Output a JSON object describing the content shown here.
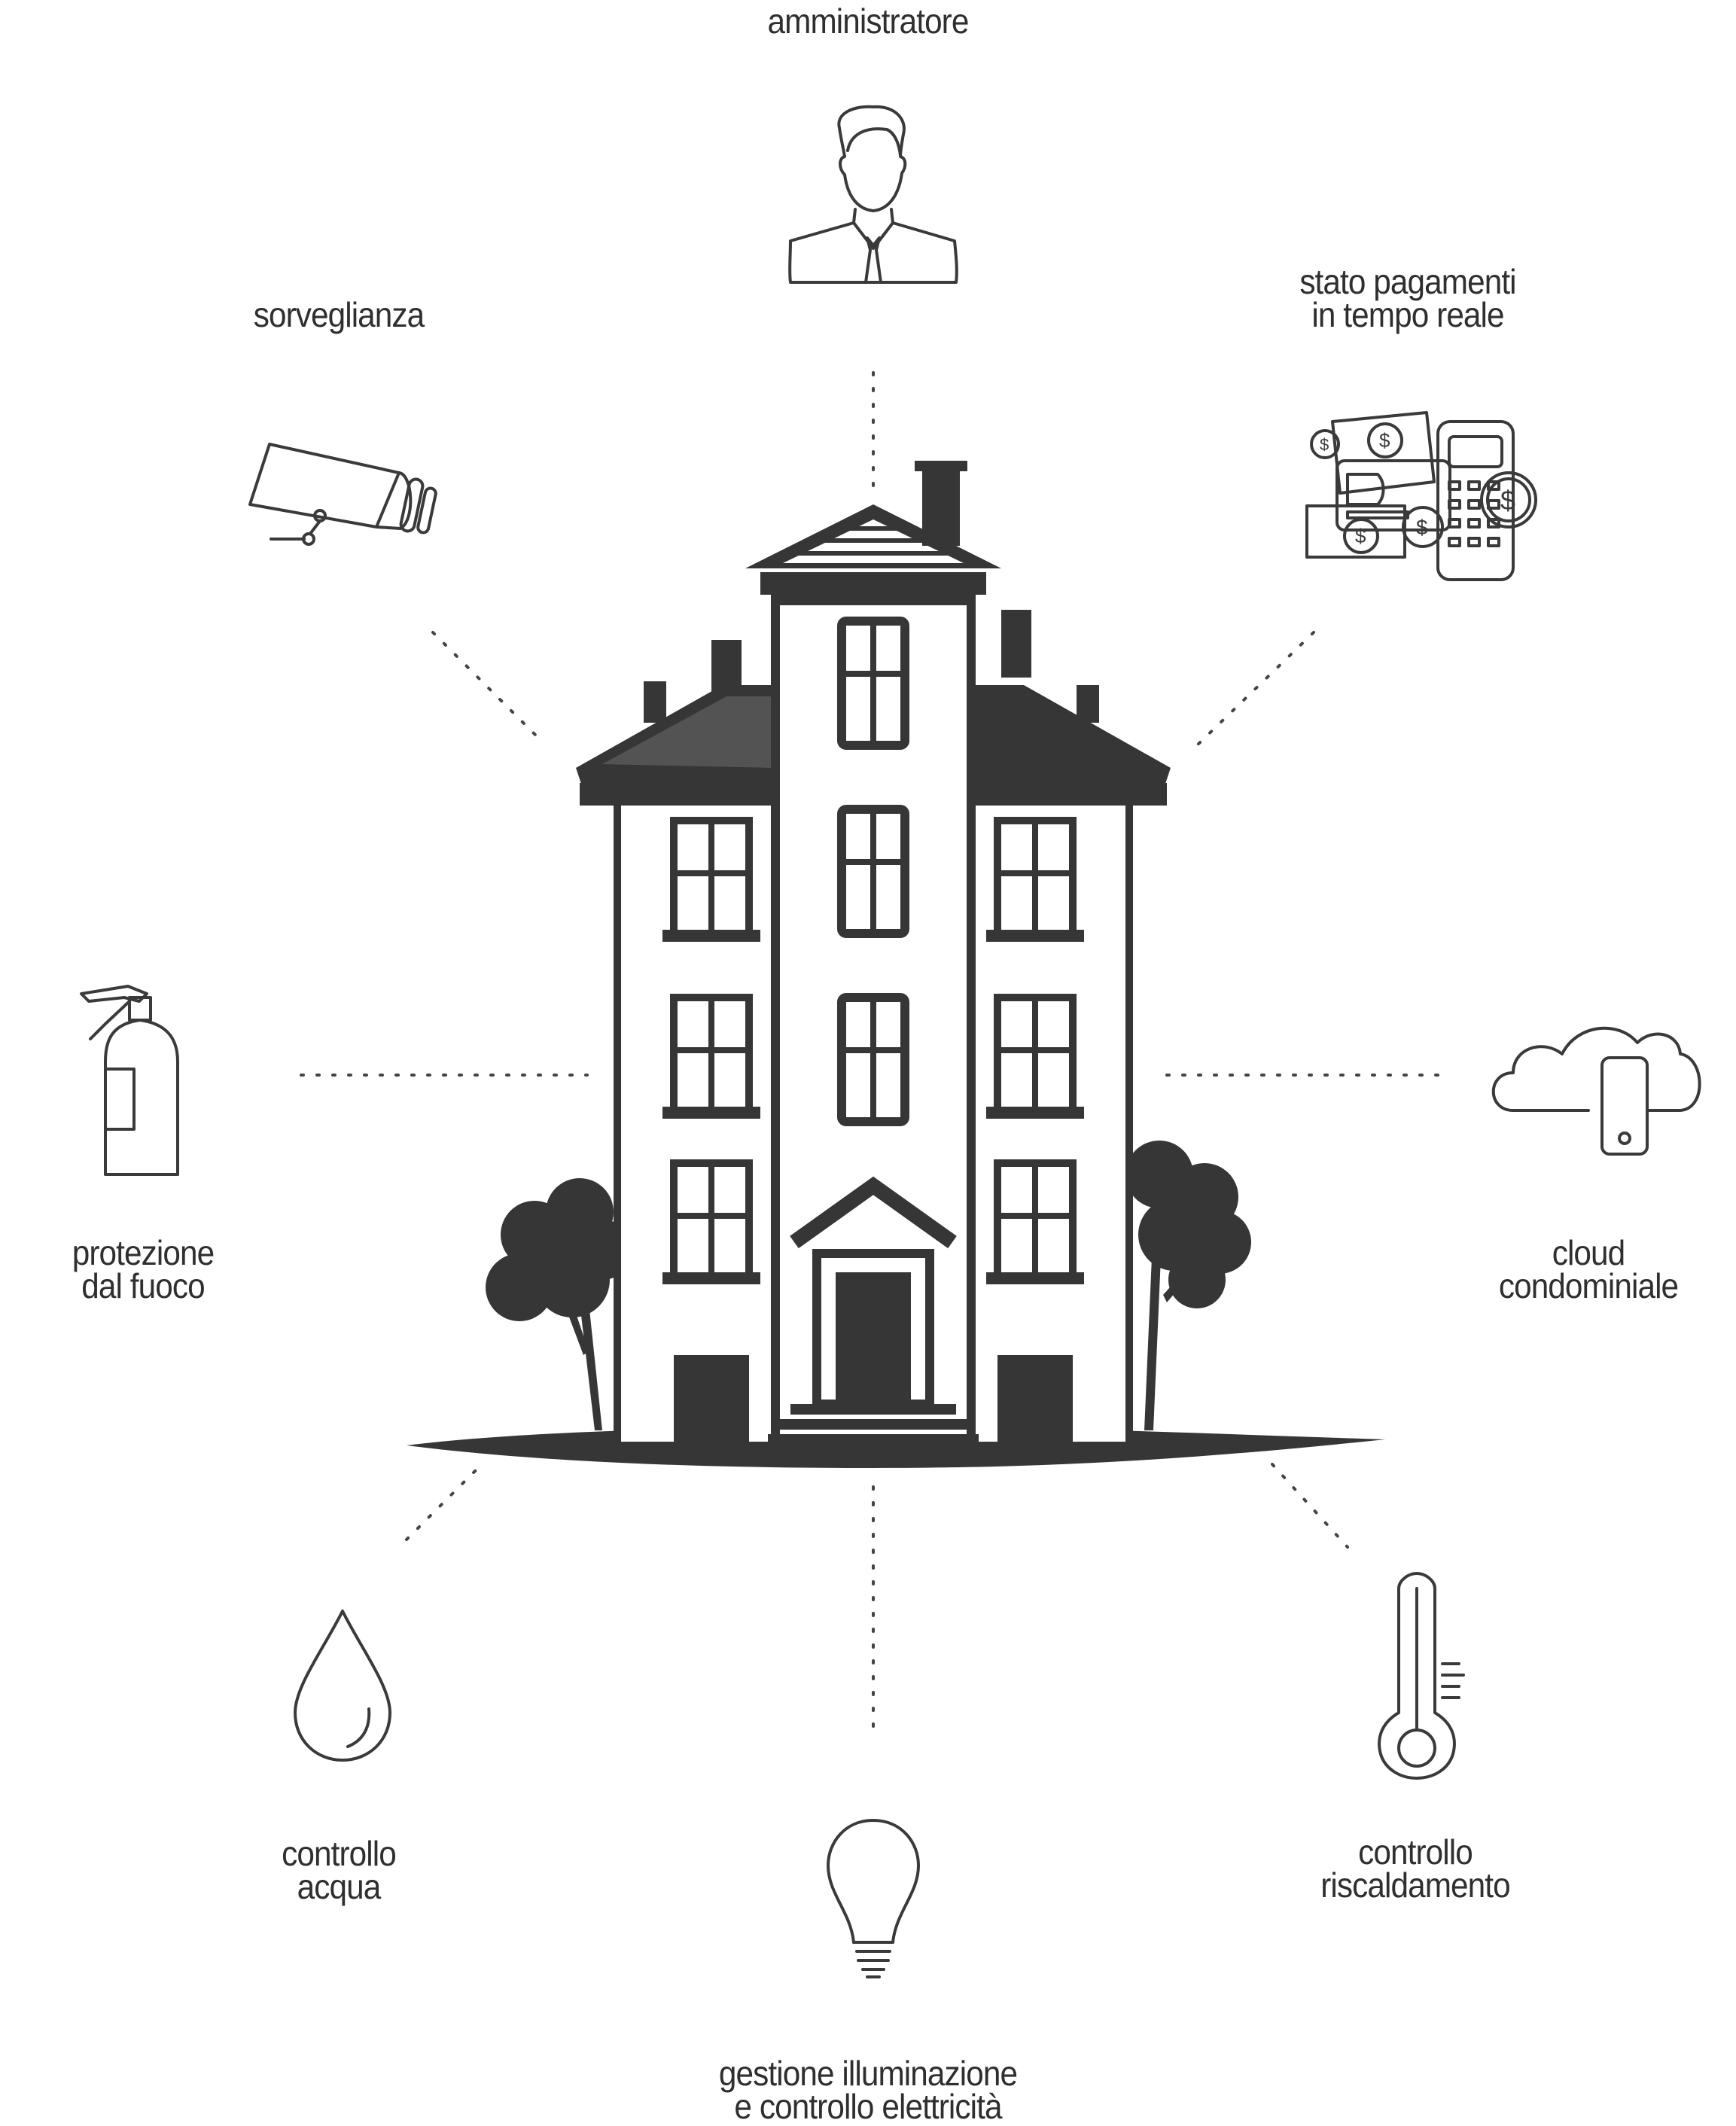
{
  "labels": {
    "admin": [
      "amministratore"
    ],
    "surveillance": [
      "sorveglianza"
    ],
    "payments": [
      "stato pagamenti",
      "in tempo reale"
    ],
    "fire": [
      "protezione",
      "dal fuoco"
    ],
    "cloud": [
      "cloud",
      "condominiale"
    ],
    "water": [
      "controllo",
      "acqua"
    ],
    "lighting": [
      "gestione illuminazione",
      "e controllo elettricità"
    ],
    "heating": [
      "controllo",
      "riscaldamento"
    ]
  },
  "icons": {
    "admin": "person-icon",
    "surveillance": "security-camera-icon",
    "payments": "payments-icon",
    "fire": "fire-extinguisher-icon",
    "cloud": "cloud-phone-icon",
    "water": "water-drop-icon",
    "lighting": "light-bulb-icon",
    "heating": "thermometer-icon",
    "building": "building-icon"
  },
  "colors": {
    "ink": "#363636",
    "text": "#2f2f2f",
    "background": "#ffffff"
  }
}
